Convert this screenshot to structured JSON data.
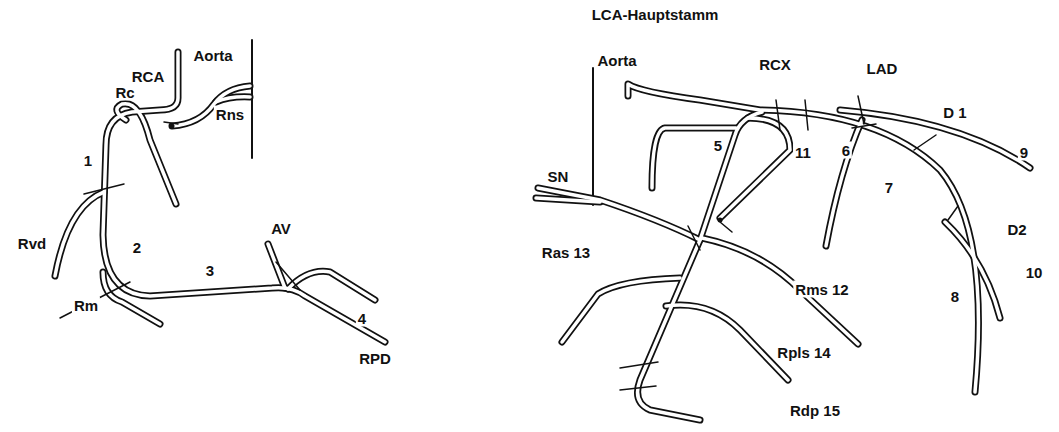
{
  "diagram": {
    "labels": [
      "RCA",
      "Aorta",
      "Rc",
      "Rns",
      "1",
      "Rvd",
      "2",
      "3",
      "AV",
      "Rm",
      "4",
      "RPD",
      "LCA-Hauptstamm",
      "Aorta",
      "RCX",
      "LAD",
      "D 1",
      "5",
      "11",
      "6",
      "9",
      "SN",
      "7",
      "D2",
      "Ras 13",
      "10",
      "Rms 12",
      "8",
      "Rpls 14",
      "Rdp 15"
    ]
  }
}
